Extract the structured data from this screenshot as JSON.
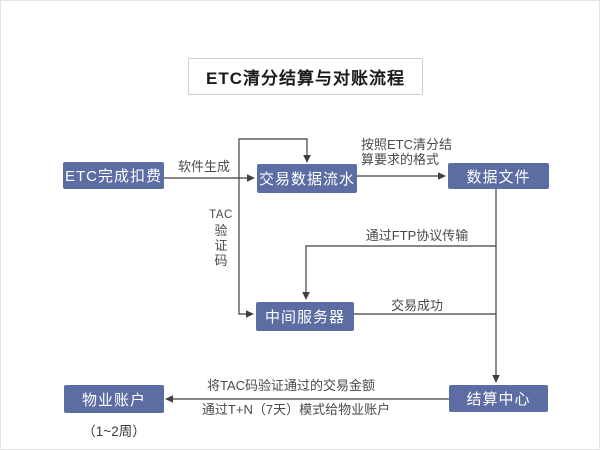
{
  "title": "ETC清分结算与对账流程",
  "nodes": {
    "etc_deduction": "ETC完成扣费",
    "transaction_flow": "交易数据流水",
    "data_file": "数据文件",
    "middle_server": "中间服务器",
    "settlement_center": "结算中心",
    "property_account": "物业账户",
    "property_account_note": "（1~2周）"
  },
  "edge_labels": {
    "software_generate": "软件生成",
    "etc_format_line1": "按照ETC清分结",
    "etc_format_line2": "算要求的格式",
    "tac": [
      "TAC",
      "验",
      "证",
      "码"
    ],
    "ftp_transfer": "通过FTP协议传输",
    "transaction_success": "交易成功",
    "tac_amount": "将TAC码验证通过的交易金额",
    "tn_mode": "通过T+N（7天）模式给物业账户"
  },
  "colors": {
    "node_fill": "#5c6da4",
    "node_text": "#ffffff",
    "line": "#3f3f3f",
    "label_text": "#4a4a4a"
  }
}
